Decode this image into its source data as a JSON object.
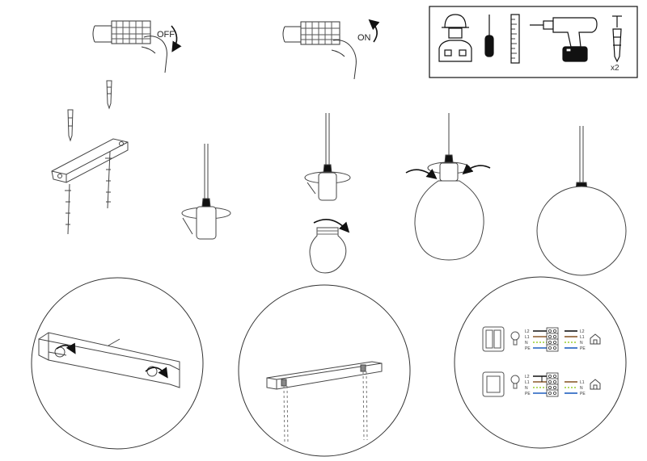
{
  "power": {
    "off_label": "OFF",
    "on_label": "ON"
  },
  "tools": {
    "quantity_label": "x2",
    "items": [
      "electrician-icon",
      "screwdriver-icon",
      "ruler-icon",
      "drill-icon",
      "wall-plug-icon"
    ]
  },
  "wiring": {
    "terminals": [
      "L2",
      "L1",
      "N",
      "PE"
    ],
    "wire_colors": {
      "L2": "#111111",
      "L1": "#8B5A2B",
      "N": "#1f5fbf",
      "PE": "#9acd32",
      "PE_stripe": "#e0c000"
    }
  },
  "colors": {
    "line": "#333333",
    "light_line": "#888888"
  }
}
